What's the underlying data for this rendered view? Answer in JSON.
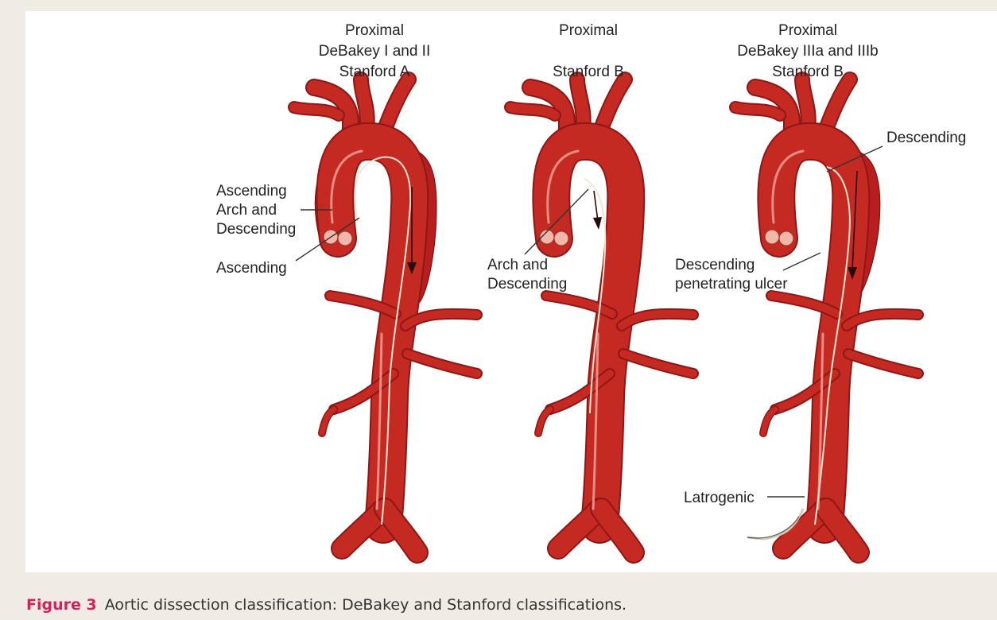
{
  "diagram": {
    "panels": [
      {
        "header": [
          "Proximal",
          "DeBakey I and II",
          "Stanford A"
        ]
      },
      {
        "header": [
          "Proximal",
          "",
          "Stanford B"
        ]
      },
      {
        "header": [
          "Proximal",
          "DeBakey IIIa and IIIb",
          "Stanford B"
        ]
      }
    ],
    "labels": {
      "p1_arch": [
        "Ascending",
        "Arch and",
        "Descending"
      ],
      "p1_asc": "Ascending",
      "p2_arch": [
        "Arch and",
        "Descending"
      ],
      "p3_desc": "Descending",
      "p3_ulcer": [
        "Descending",
        "penetrating ulcer"
      ],
      "p3_iatro": "Latrogenic"
    }
  },
  "caption": {
    "figure": "Figure 3",
    "text": "Aortic dissection classification: DeBakey and Stanford classifications."
  },
  "colors": {
    "vessel": "#d4322a",
    "false_lumen": "#b81e1e",
    "caption_accent": "#d81f5c",
    "background": "#f1ece3"
  }
}
